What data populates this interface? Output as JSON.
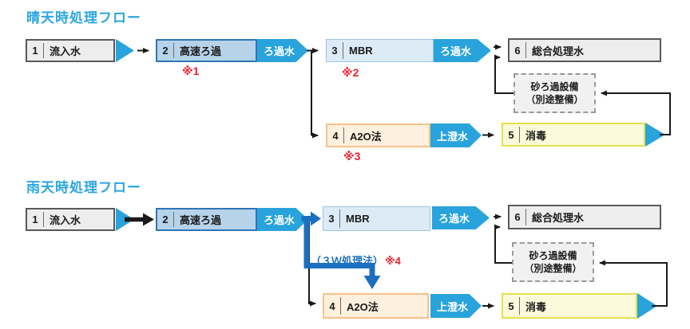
{
  "colors": {
    "title_blue": "#2ca6e0",
    "chevron_blue": "#29a3dc",
    "thick_arrow_blue": "#1c6fbf",
    "note_red": "#e8232d",
    "line_black": "#1a1a1a",
    "gray_box_fill": "#ededed",
    "gray_box_border": "#58595b",
    "fast_filter_fill": "#b6d3ea",
    "fast_filter_border": "#2e75b6",
    "mbr_fill": "#ddebf7",
    "mbr_border": "#9dc3e6",
    "a2o_fill": "#fdf0dd",
    "a2o_border": "#f6c28b",
    "disinfect_fill": "#fbfbdc",
    "disinfect_border": "#e5e04b"
  },
  "fair": {
    "title": "晴天時処理フロー",
    "box1": {
      "num": "1",
      "label": "流入水"
    },
    "box2": {
      "num": "2",
      "label": "高速ろ過"
    },
    "note1": "※1",
    "chevron_filtered1": "ろ過水",
    "box3": {
      "num": "3",
      "label": "MBR"
    },
    "note2": "※2",
    "chevron_filtered2": "ろ過水",
    "box6": {
      "num": "6",
      "label": "総合処理水"
    },
    "sand": {
      "line1": "砂ろ過設備",
      "line2": "（別途整備）"
    },
    "box4": {
      "num": "4",
      "label": "A2O法"
    },
    "note3": "※3",
    "chevron_supernatant": "上澄水",
    "box5": {
      "num": "5",
      "label": "消毒"
    }
  },
  "rain": {
    "title": "雨天時処理フロー",
    "box1": {
      "num": "1",
      "label": "流入水"
    },
    "box2": {
      "num": "2",
      "label": "高速ろ過"
    },
    "chevron_filtered1": "ろ過水",
    "box3": {
      "num": "3",
      "label": "MBR"
    },
    "w3_label": "（３Ｗ処理法）",
    "w3_note": "※4",
    "box6": {
      "num": "6",
      "label": "総合処理水"
    },
    "sand": {
      "line1": "砂ろ過設備",
      "line2": "（別途整備）"
    },
    "chevron_filtered2": "ろ過水",
    "box4": {
      "num": "4",
      "label": "A2O法"
    },
    "chevron_supernatant": "上澄水",
    "box5": {
      "num": "5",
      "label": "消毒"
    }
  }
}
